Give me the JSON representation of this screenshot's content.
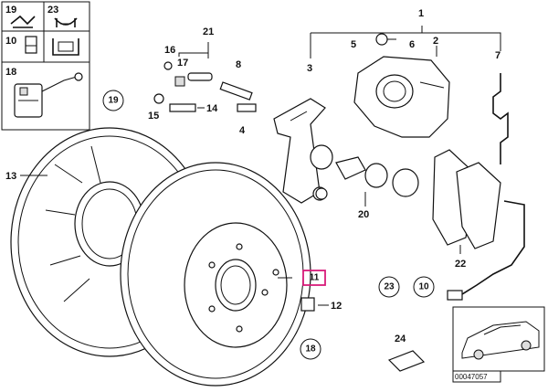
{
  "diagram": {
    "callouts": {
      "p1": "1",
      "p2": "2",
      "p3": "3",
      "p4": "4",
      "p5": "5",
      "p6": "6",
      "p7": "7",
      "p8": "8",
      "p12": "12",
      "p13": "13",
      "p14": "14",
      "p15": "15",
      "p16": "16",
      "p17": "17",
      "p20": "20",
      "p21": "21",
      "p22": "22",
      "p24": "24"
    },
    "circled": {
      "c19": "19",
      "c23": "23",
      "c10": "10",
      "c18": "18"
    },
    "legend": {
      "l19": "19",
      "l23": "23",
      "l10": "10",
      "l18": "18"
    },
    "highlighted": "11",
    "figure_number": "00047057"
  },
  "colors": {
    "highlight": "#d81b7a",
    "line": "#111111"
  }
}
